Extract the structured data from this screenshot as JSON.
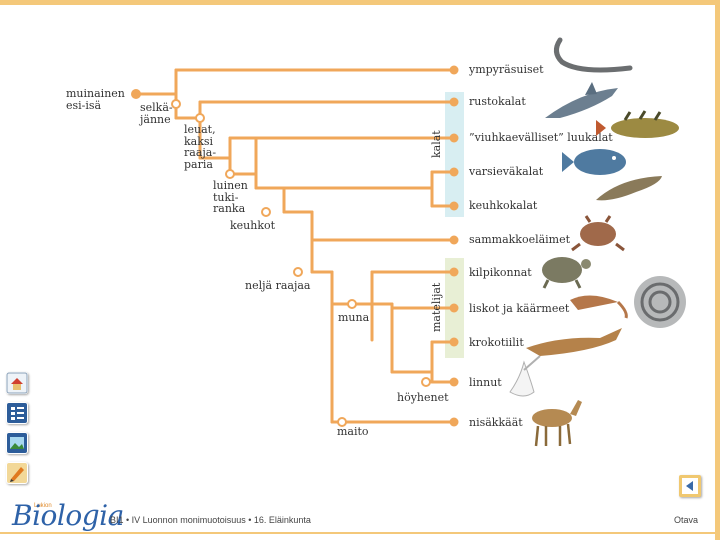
{
  "diagram": {
    "leaves": [
      "ympyräsuiset",
      "rustokalat",
      "”viuhkaevälliset” luukalat",
      "varsieväkalat",
      "keuhkokalat",
      "sammakkoeläimet",
      "kilpikonnat",
      "liskot ja käärmeet",
      "krokotiilit",
      "linnut",
      "nisäkkäät"
    ],
    "traits": {
      "root": "muinainen\nesi-isä",
      "backbone": "selkä-\njänne",
      "jaws": "leuat,\nkaksi\nraaja-\nparia",
      "bony_skeleton": "luinen\ntuki-\nranka",
      "lungs": "keuhkot",
      "four_limbs": "neljä raajaa",
      "egg": "muna",
      "feathers": "höyhenet",
      "milk": "maito"
    },
    "groups": {
      "fish": "kalat",
      "reptiles": "matelijat"
    },
    "colors": {
      "branch": "#f0a75a",
      "node": "#f0a75a",
      "fish_band": "#d8eef2",
      "reptile_band": "#e8efd5"
    }
  },
  "sidebar": {
    "icons": [
      "home-icon",
      "list-icon",
      "image-icon",
      "pencil-icon"
    ]
  },
  "footer": {
    "brand_small": "Lukion",
    "brand": "Biologia",
    "caption": "BI1 • IV Luonnon monimuotoisuus • 16. Eläinkunta",
    "publisher": "Otava"
  },
  "navigation": {
    "back_icon": "back-arrow-icon"
  }
}
